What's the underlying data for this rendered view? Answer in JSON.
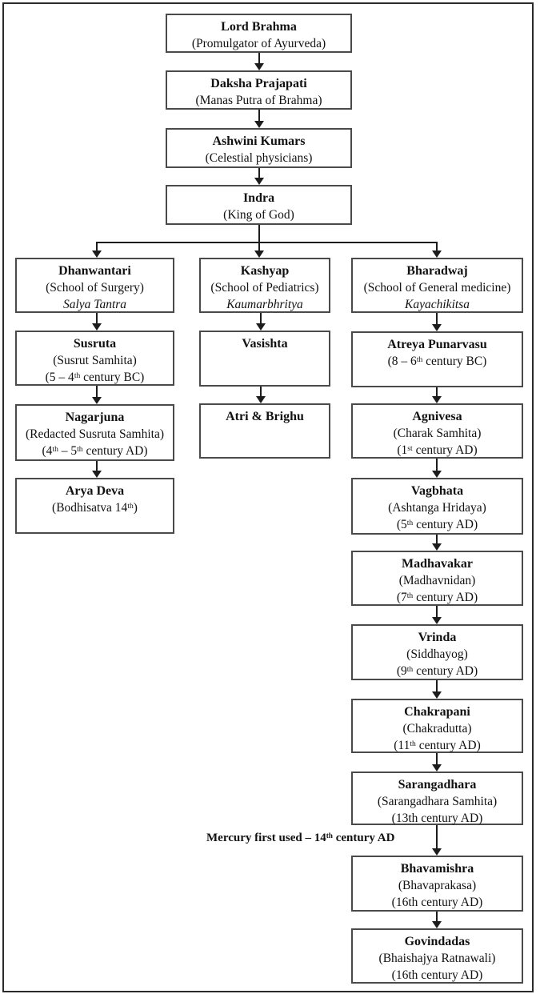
{
  "diagram": {
    "title": "Lineage of Ayurveda flowchart",
    "colors": {
      "background": "#ffffff",
      "box_border": "#4a4a4a",
      "frame_border": "#2b2b2b",
      "ink": "#1c1c1c"
    },
    "nodes": {
      "brahma": {
        "title": "Lord Brahma",
        "sub1": "(Promulgator of Ayurveda)"
      },
      "daksha": {
        "title": "Daksha Prajapati",
        "sub1": "(Manas Putra of Brahma)"
      },
      "ashwini": {
        "title": "Ashwini Kumars",
        "sub1": "(Celestial physicians)"
      },
      "indra": {
        "title": "Indra",
        "sub1": "(King of God)"
      },
      "dhanwantari": {
        "title": "Dhanwantari",
        "sub1": "(School of Surgery)",
        "italic": "Salya Tantra"
      },
      "kashyap": {
        "title": "Kashyap",
        "sub1": "(School of Pediatrics)",
        "italic": "Kaumarbhritya"
      },
      "bharadwaj": {
        "title": "Bharadwaj",
        "sub1": "(School of General medicine)",
        "italic": "Kayachikitsa"
      },
      "susruta": {
        "title": "Susruta",
        "sub1": "(Susrut Samhita)",
        "sub2": "(5 – 4^th century BC)"
      },
      "vasishta": {
        "title": "Vasishta"
      },
      "atri": {
        "title": "Atri & Brighu"
      },
      "nagarjuna": {
        "title": "Nagarjuna",
        "sub1": "(Redacted Susruta Samhita)",
        "sub2": "(4^th – 5^th century AD)"
      },
      "aryadeva": {
        "title": "Arya Deva",
        "sub1": "(Bodhisatva 14^th)"
      },
      "atreya": {
        "title": "Atreya Punarvasu",
        "sub1": "(8 – 6^th century BC)"
      },
      "agnivesa": {
        "title": "Agnivesa",
        "sub1": "(Charak Samhita)",
        "sub2": "(1^st century AD)"
      },
      "vagbhata": {
        "title": "Vagbhata",
        "sub1": "(Ashtanga Hridaya)",
        "sub2": "(5^th century AD)"
      },
      "madhavakar": {
        "title": "Madhavakar",
        "sub1": "(Madhavnidan)",
        "sub2": "(7^th century AD)"
      },
      "vrinda": {
        "title": "Vrinda",
        "sub1": "(Siddhayog)",
        "sub2": "(9^th century AD)"
      },
      "chakrapani": {
        "title": "Chakrapani",
        "sub1": "(Chakradutta)",
        "sub2": "(11^th century AD)"
      },
      "sarangadhara": {
        "title": "Sarangadhara",
        "sub1": "(Sarangadhara Samhita)",
        "sub2": "(13th century AD)"
      },
      "bhavamishra": {
        "title": "Bhavamishra",
        "sub1": "(Bhavaprakasa)",
        "sub2": "(16th century AD)"
      },
      "govindadas": {
        "title": "Govindadas",
        "sub1": "(Bhaishajya Ratnawali)",
        "sub2": "(16th century AD)"
      }
    },
    "annotation": "Mercury first used – 14^th century AD"
  }
}
